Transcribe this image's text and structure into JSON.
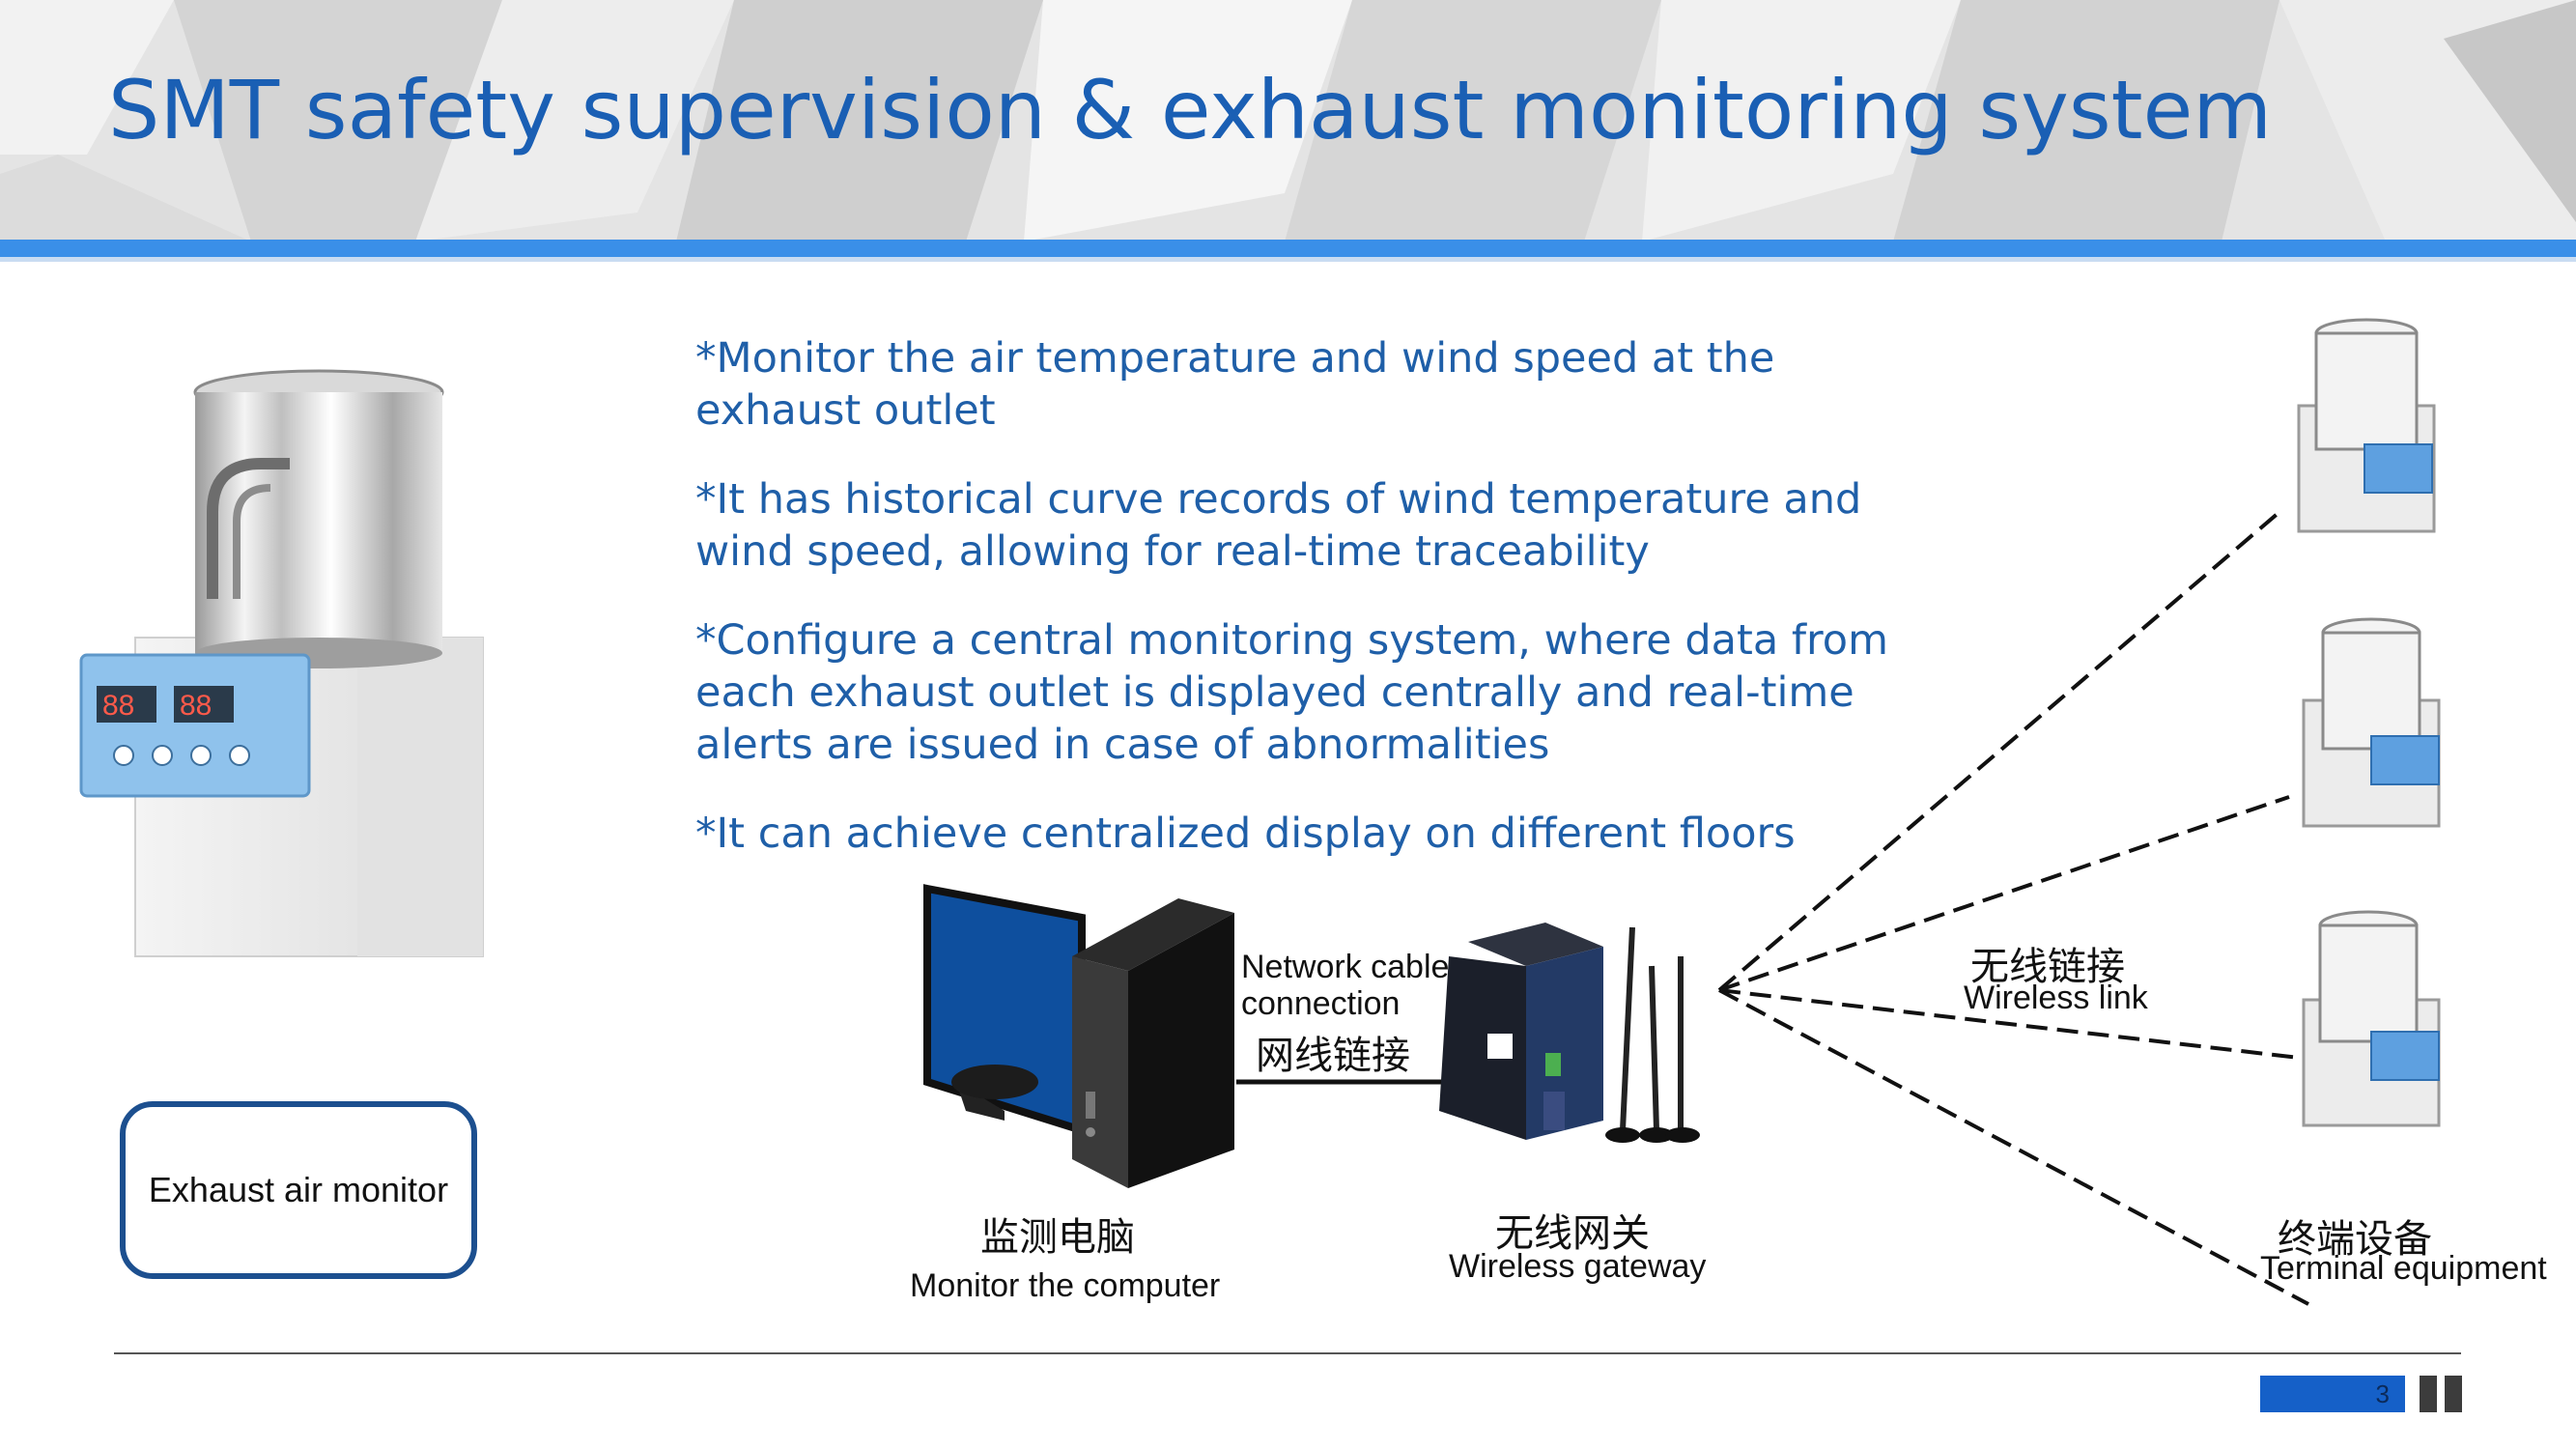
{
  "header": {
    "title": "SMT safety supervision & exhaust monitoring system"
  },
  "bullets": [
    {
      "line1": "*Monitor the air temperature and wind speed at the",
      "line2": "exhaust outlet"
    },
    {
      "line1": "*It has historical curve records of wind temperature and",
      "line2": "wind speed, allowing for real-time traceability"
    },
    {
      "line1": "*Configure a central monitoring system, where data from",
      "line2": " each exhaust outlet is displayed centrally and real-time",
      "line3": "alerts are issued in case of abnormalities"
    },
    {
      "line1": "*It can achieve centralized display on different floors"
    }
  ],
  "product": {
    "label": "Exhaust air monitor"
  },
  "diagram": {
    "computer": {
      "cn": "监测电脑",
      "en": "Monitor the computer"
    },
    "cable": {
      "en1": "Network cable",
      "en2": "connection",
      "cn": "网线链接"
    },
    "gateway": {
      "cn": "无线网关",
      "en": "Wireless gateway"
    },
    "wireless": {
      "cn": "无线链接",
      "en": "Wireless link"
    },
    "terminal": {
      "cn": "终端设备",
      "en": "Terminal equipment"
    }
  },
  "footer": {
    "page": "3"
  },
  "colors": {
    "title": "#1a5fb4",
    "accent_bar": "#3a8fe8",
    "bullet_text": "#1f5fa8",
    "label_border": "#1c4f8f"
  }
}
